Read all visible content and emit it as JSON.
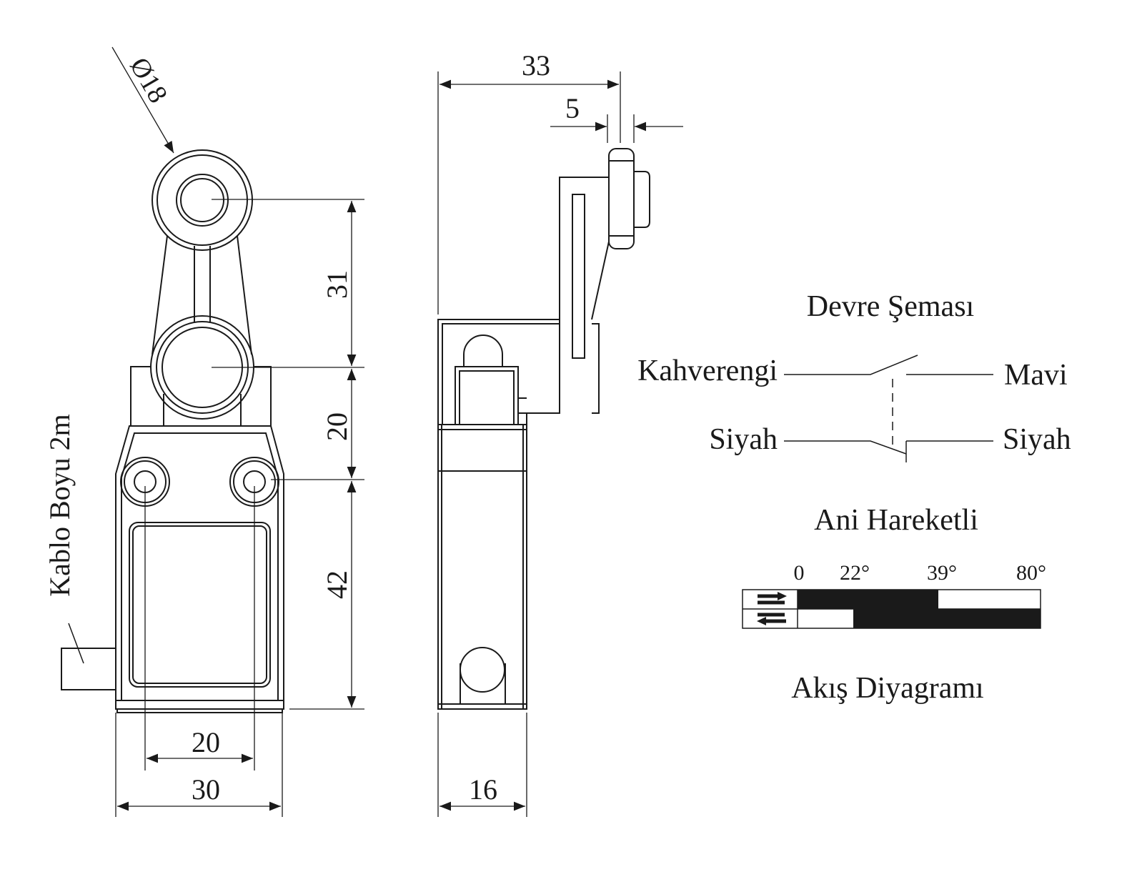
{
  "dimensions": {
    "roller_diameter": "Ø18",
    "lever_length": "31",
    "head_height": "20",
    "body_height": "42",
    "hole_spacing": "20",
    "body_width": "30",
    "side_depth": "16",
    "total_reach": "33",
    "roller_width": "5"
  },
  "cable_label": "Kablo Boyu 2m",
  "circuit": {
    "title": "Devre Şeması",
    "nc_left": "Kahverengi",
    "nc_right": "Mavi",
    "no_left": "Siyah",
    "no_right": "Siyah"
  },
  "action_label": "Ani Hareketli",
  "flow_diagram": {
    "title": "Akış Diyagramı",
    "angles": [
      "0",
      "22°",
      "39°",
      "80°"
    ],
    "forward_row": {
      "closed_from": "0",
      "closed_to": "39°"
    },
    "return_row": {
      "closed_from": "22°",
      "closed_to": "80°"
    }
  }
}
